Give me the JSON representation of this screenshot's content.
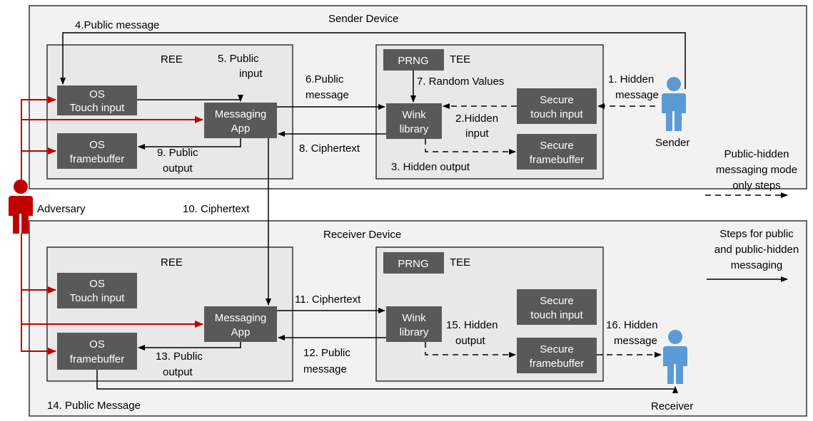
{
  "colors": {
    "device_fill": "#f2f2f2",
    "env_fill": "#e8e8e8",
    "component_fill": "#595959",
    "adversary": "#c00000",
    "person": "#5b9bd5",
    "line": "#000000"
  },
  "sender_device": {
    "title": "Sender Device",
    "ree": {
      "title": "REE",
      "os_touch_input": [
        "OS",
        "Touch input"
      ],
      "messaging_app": [
        "Messaging",
        "App"
      ],
      "os_framebuffer": [
        "OS",
        "framebuffer"
      ]
    },
    "tee": {
      "title": "TEE",
      "prng": "PRNG",
      "wink_library": [
        "Wink",
        "library"
      ],
      "secure_touch_input": [
        "Secure",
        "touch input"
      ],
      "secure_framebuffer": [
        "Secure",
        "framebuffer"
      ]
    }
  },
  "receiver_device": {
    "title": "Receiver Device",
    "ree": {
      "title": "REE",
      "os_touch_input": [
        "OS",
        "Touch input"
      ],
      "messaging_app": [
        "Messaging",
        "App"
      ],
      "os_framebuffer": [
        "OS",
        "framebuffer"
      ]
    },
    "tee": {
      "title": "TEE",
      "prng": "PRNG",
      "wink_library": [
        "Wink",
        "library"
      ],
      "secure_touch_input": [
        "Secure",
        "touch input"
      ],
      "secure_framebuffer": [
        "Secure",
        "framebuffer"
      ]
    }
  },
  "actors": {
    "sender": "Sender",
    "receiver": "Receiver",
    "adversary": "Adversary"
  },
  "steps": {
    "s1": [
      "1. Hidden",
      "message"
    ],
    "s2": [
      "2.Hidden",
      "input"
    ],
    "s3": [
      "3. Hidden output"
    ],
    "s4": [
      "4.Public message"
    ],
    "s5": [
      "5. Public",
      "input"
    ],
    "s6": [
      "6.Public",
      "message"
    ],
    "s7": [
      "7. Random Values"
    ],
    "s8": [
      "8. Ciphertext"
    ],
    "s9": [
      "9. Public",
      "output"
    ],
    "s10": [
      "10. Ciphertext"
    ],
    "s11": [
      "11. Ciphertext"
    ],
    "s12": [
      "12. Public",
      "message"
    ],
    "s13": [
      "13. Public",
      "output"
    ],
    "s14": [
      "14. Public Message"
    ],
    "s15": [
      "15. Hidden",
      "output"
    ],
    "s16": [
      "16. Hidden",
      "message"
    ]
  },
  "legend": {
    "dashed": [
      "Public-hidden",
      "messaging mode",
      "only steps"
    ],
    "solid": [
      "Steps for public",
      "and public-hidden",
      "messaging"
    ]
  }
}
